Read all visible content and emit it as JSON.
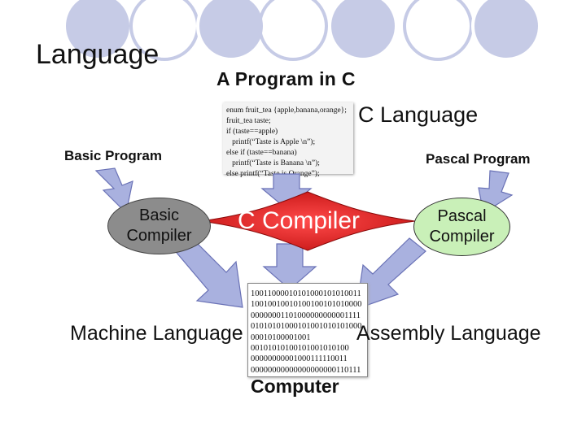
{
  "slide": {
    "title": "Language"
  },
  "heading": "A Program in C",
  "code_lines": [
    "enum fruit_tea {apple,banana,orange};",
    "fruit_tea taste;",
    "if (taste==apple)",
    "   printf(“Taste is Apple \\n”);",
    "else if (taste==banana)",
    "   printf(“Taste is Banana \\n”);",
    "else printf(“Taste is Orange”);"
  ],
  "labels": {
    "c_language": "C Language",
    "basic_program": "Basic Program",
    "pascal_program": "Pascal Program",
    "machine_language": "Machine Language",
    "assembly_language": "Assembly Language",
    "computer": "Computer"
  },
  "compilers": {
    "basic": "Basic\nCompiler",
    "c": "C Compiler",
    "pascal": "Pascal\nCompiler"
  },
  "machine_code": [
    "10011000010101000101010011",
    "10010010010100100101010000",
    "00000001101000000000001111",
    "01010101000101001010101000",
    "00010100001001",
    "00101010100101001010100",
    "00000000001000111110011",
    "00000000000000000000110111"
  ],
  "colors": {
    "arrow_fill": "#a9b1df",
    "arrow_stroke": "#6a72b6",
    "c_compiler_fill": "#e52424",
    "decor_circle": "#c6cbe6",
    "basic_compiler_fill": "#8c8c8c",
    "pascal_compiler_fill": "#c9f0b8"
  },
  "icons": {
    "computer": "computer-icon"
  }
}
